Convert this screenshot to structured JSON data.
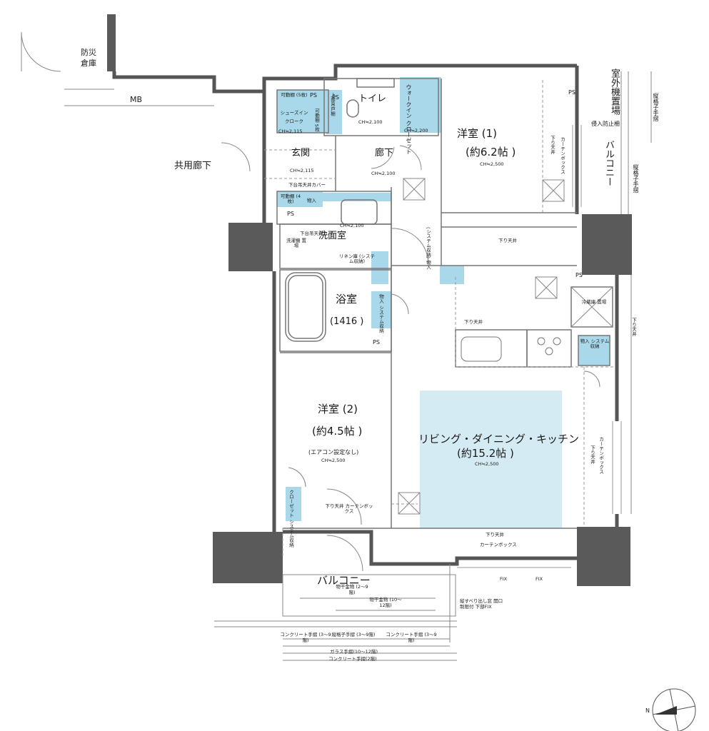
{
  "rooms": {
    "western1": {
      "name": "洋室 (1)",
      "size": "(約6.2帖 )",
      "ch": "CH≒2,500"
    },
    "western2": {
      "name": "洋室 (2)",
      "size": "(約4.5帖 )",
      "note": "(エアコン設定なし)",
      "ch": "CH≒2,500"
    },
    "ldk": {
      "name": "リビング・ダイニング・キッチン",
      "size": "(約15.2帖 )",
      "ch": "CH≒2,500"
    },
    "bath": {
      "name": "浴室",
      "size": "(1416 )"
    },
    "washroom": {
      "name": "洗面室"
    },
    "toilet": {
      "name": "トイレ",
      "ch": "CH≒2,100"
    },
    "entrance": {
      "name": "玄関",
      "ch": "CH≒2,115"
    },
    "corridor": {
      "name": "廊下",
      "ch": "CH≒2,100"
    },
    "shoe_closet": {
      "shelf": "可動棚 (5枚)",
      "name": "シューズイン クローク",
      "ch": "CH≒2,115"
    },
    "walkin_closet": {
      "name": "ウォークイン クローゼット",
      "ch": "CH≒2,200"
    }
  },
  "storage": {
    "shelf_4": "可動棚 (4枚)",
    "monoire": "物入",
    "monoire_system": "物入 システム収納",
    "linen": "リネン庫 (システム収納)",
    "system_monoire_v": "(システム収納) 物入",
    "closet_system": "クローゼット システム収納",
    "shelf_5_v": "可動棚 5枚",
    "upper_shelf": "上部吊戸棚",
    "laundry_place": "洗濯機 置場",
    "fridge_place": "冷蔵庫 置場",
    "ch_washroom": "CH≒2,100"
  },
  "labels": {
    "ps": "PS",
    "mb": "MB",
    "disaster_storage": "防災 倉庫",
    "common_corridor": "共用廊下",
    "outdoor_unit": "室外機置場",
    "lattice_rail": "縦格子手摺",
    "fall_prevention": "侵入防止柵",
    "balcony": "バルコニー",
    "balcony_v": "バルコニー",
    "shitaten": "下り天井",
    "curtain_box": "カーテンボックス",
    "shitaten_curtain": "下り天井 カーテンボックス",
    "ceiling_board": "下台吊天井カバー",
    "ceiling_board2": "下台吊天井カバー",
    "fix": "FIX",
    "window_note": "縦すべり出し窓 開口制限付 下部FIX",
    "laundry_pole1": "物干金物 (2〜9階)",
    "laundry_pole2": "物干金物 (10〜12階)",
    "concrete_rail_1": "コンクリート手摺 (3〜9階)",
    "lattice_rail_2": "縦格子手摺 (3〜9階)",
    "concrete_rail_3": "コンクリート手摺 (3〜9階)",
    "glass_rail": "ガラス手摺(10〜12階)",
    "concrete_rail_2f": "コンクリート手摺(2階)"
  },
  "compass": {
    "label": "N"
  },
  "colors": {
    "storage_fill": "#a8d8ea",
    "ldk_fill": "#d4ebf4",
    "wall": "#555555",
    "line": "#777777"
  }
}
